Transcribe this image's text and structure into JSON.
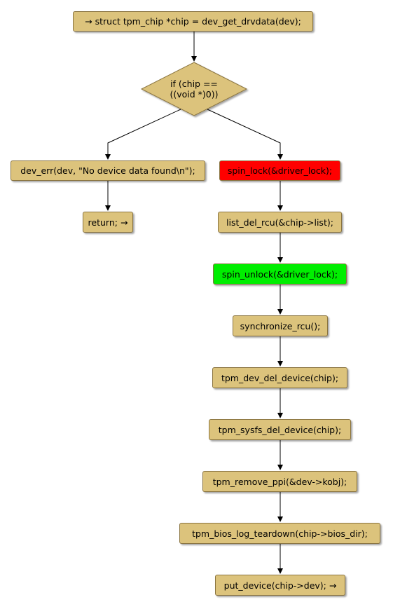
{
  "colors": {
    "default_fill": "#dcc37c",
    "lock_fill": "#ff0000",
    "unlock_fill": "#00ee00",
    "edge": "#000000"
  },
  "nodes": {
    "start": "→ struct tpm_chip *chip = dev_get_drvdata(dev);",
    "decision_line1": "if (chip ==",
    "decision_line2": "((void *)0))",
    "dev_err": "dev_err(dev, \"No device data found\\n\");",
    "return": "return; →",
    "spin_lock": "spin_lock(&driver_lock);",
    "list_del_rcu": "list_del_rcu(&chip->list);",
    "spin_unlock": "spin_unlock(&driver_lock);",
    "synchronize_rcu": "synchronize_rcu();",
    "tpm_dev_del_device": "tpm_dev_del_device(chip);",
    "tpm_sysfs_del_device": "tpm_sysfs_del_device(chip);",
    "tpm_remove_ppi": "tpm_remove_ppi(&dev->kobj);",
    "tpm_bios_log_teardown": "tpm_bios_log_teardown(chip->bios_dir);",
    "put_device": "put_device(chip->dev); →"
  }
}
